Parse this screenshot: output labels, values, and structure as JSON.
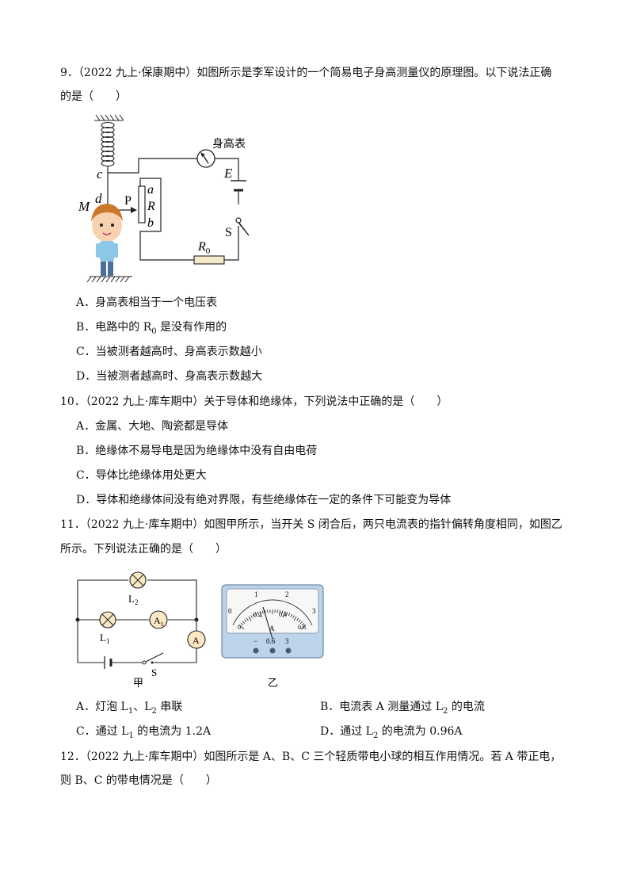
{
  "q9": {
    "stem_line1": "9．（2022 九上·保康期中）如图所示是李军设计的一个简易电子身高测量仪的原理图。以下说法正确",
    "stem_line2": "的是（　　）",
    "figure": {
      "meter_label": "身高表",
      "E": "E",
      "S": "S",
      "R0": "R",
      "R0_sub": "0",
      "c": "c",
      "d": "d",
      "M": "M",
      "P": "P",
      "a": "a",
      "R": "R",
      "b": "b"
    },
    "options": {
      "A": "A．身高表相当于一个电压表",
      "B_pre": "B．电路中的 R",
      "B_sub": "0",
      "B_post": " 是没有作用的",
      "C": "C．当被测者越高时、身高表示数越小",
      "D": "D．当被测者越高时、身高表示数越大"
    }
  },
  "q10": {
    "stem": "10．（2022 九上·库车期中）关于导体和绝缘体，下列说法中正确的是（　　）",
    "options": {
      "A": "A．金属、大地、陶瓷都是导体",
      "B": "B．绝缘体不易导电是因为绝缘体中没有自由电荷",
      "C": "C．导体比绝缘体用处更大",
      "D": "D．导体和绝缘体间没有绝对界限，有些绝缘体在一定的条件下可能变为导体"
    }
  },
  "q11": {
    "stem_line1": "11．（2022 九上·库车期中）如图甲所示，当开关 S 闭合后，两只电流表的指针偏转角度相同，如图乙",
    "stem_line2": "所示。下列说法正确的是（　　）",
    "figure_jia": {
      "caption": "甲",
      "L2": "L",
      "L2_sub": "2",
      "L1": "L",
      "L1_sub": "1",
      "A1": "A",
      "A1_sub": "1",
      "A": "A",
      "S": "S"
    },
    "figure_yi": {
      "caption": "乙",
      "upper_scale": [
        "0",
        "1",
        "2",
        "3"
      ],
      "lower_scale": [
        "0",
        "0.2",
        "0.4",
        "0.6"
      ],
      "unit": "A",
      "terminals": [
        "−",
        "0.6",
        "3"
      ]
    },
    "options": {
      "A_pre": "A．灯泡 L",
      "A_s1": "1",
      "A_mid": "、L",
      "A_s2": "2",
      "A_post": " 串联",
      "B_pre": "B．电流表 A 测量通过 L",
      "B_s": "2",
      "B_post": " 的电流",
      "C_pre": "C．通过 L",
      "C_s": "1",
      "C_post": " 的电流为 1.2A",
      "D_pre": "D．通过 L",
      "D_s": "2",
      "D_post": " 的电流为 0.96A"
    }
  },
  "q12": {
    "stem_line1": "12．（2022 九上·库车期中）如图所示是 A、B、C 三个轻质带电小球的相互作用情况。若 A 带正电，",
    "stem_line2": "则 B、C 的带电情况是（　　）"
  }
}
